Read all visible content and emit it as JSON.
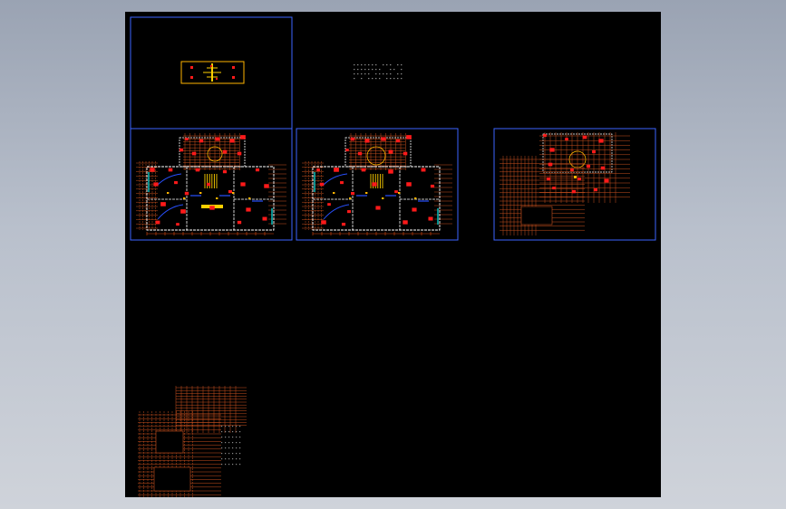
{
  "view": {
    "background_top": "#9aa3b3",
    "background_bottom": "#cfd3da",
    "canvas_color": "#000000"
  },
  "colors": {
    "viewport_frame": "#3c64ff",
    "wall": "#ffffff",
    "grid_line": "#c8501e",
    "dim_line": "#e04a10",
    "marker": "#ff1a1a",
    "accent": "#ffb400",
    "stair": "#ffd000",
    "window": "#00c8c8",
    "door": "#2850ff"
  },
  "drawings": [
    {
      "name": "key-plan",
      "kind": "site-key"
    },
    {
      "name": "floor-plan-1",
      "kind": "floor-plan"
    },
    {
      "name": "floor-plan-2",
      "kind": "floor-plan"
    },
    {
      "name": "roof-plan",
      "kind": "roof-plan"
    },
    {
      "name": "grid-detail",
      "kind": "grid"
    }
  ]
}
